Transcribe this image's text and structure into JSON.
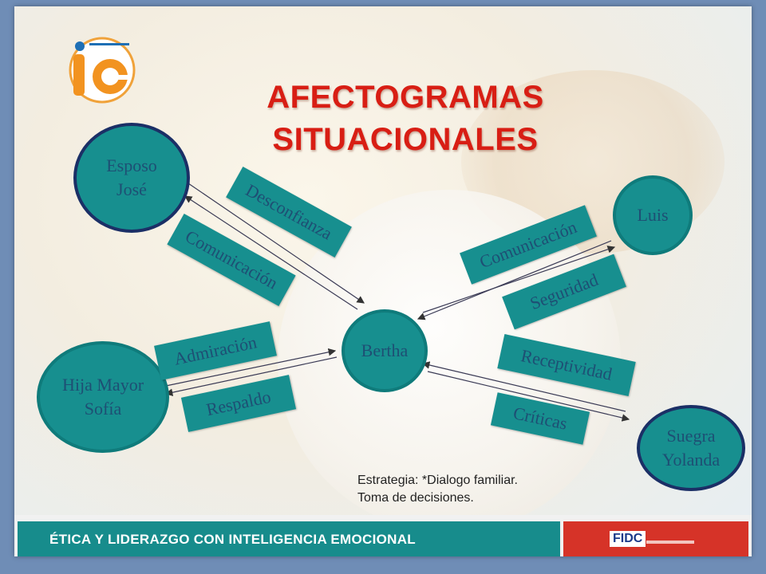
{
  "title": {
    "line1": "AFECTOGRAMAS",
    "line2": "SITUACIONALES"
  },
  "nodes": {
    "esposo": {
      "line1": "Esposo",
      "line2": "José"
    },
    "luis": {
      "line1": "Luis"
    },
    "bertha": {
      "line1": "Bertha"
    },
    "hija": {
      "line1": "Hija Mayor",
      "line2": "Sofía"
    },
    "suegra": {
      "line1": "Suegra",
      "line2": "Yolanda"
    }
  },
  "labels": {
    "desconfianza": "Desconfianza",
    "comunicacion": "Comunicación",
    "comunicacion2": "Comunicación",
    "seguridad": "Seguridad",
    "admiracion": "Admiración",
    "respaldo": "Respaldo",
    "receptividad": "Receptividad",
    "criticas": "Críticas"
  },
  "strategy": {
    "line1": "Estrategia: *Dialogo familiar.",
    "line2": "Toma de decisiones."
  },
  "footer": {
    "text": "ÉTICA Y LIDERAZGO CON INTELIGENCIA EMOCIONAL",
    "brand": "FIDC"
  },
  "colors": {
    "title": "#d81e14",
    "node_fill": "#178f8f",
    "node_border": "#1b2f66",
    "footer_band": "#178c8c",
    "footer_accent": "#d63328"
  }
}
